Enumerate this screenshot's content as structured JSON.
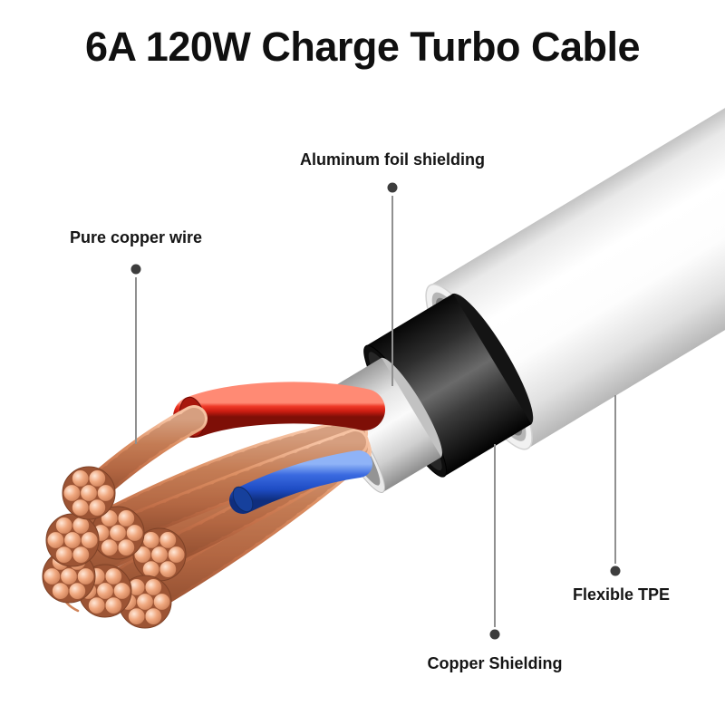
{
  "title": "6A 120W Charge Turbo Cable",
  "callouts": {
    "aluminum_foil": "Aluminum foil shielding",
    "pure_copper": "Pure copper wire",
    "flexible_tpe": "Flexible TPE",
    "copper_shielding": "Copper Shielding"
  },
  "colors": {
    "title_text": "#101010",
    "label_text": "#151515",
    "callout_dot": "#3d3d3d",
    "callout_line": "#909090",
    "jacket_white": "#f5f5f5",
    "shield_black": "#1a1a1a",
    "foil_silver": "#e9e9e9",
    "wire_red": "#cb1d12",
    "wire_blue": "#1e4cc4",
    "copper": "#dd9064",
    "background": "#ffffff"
  }
}
